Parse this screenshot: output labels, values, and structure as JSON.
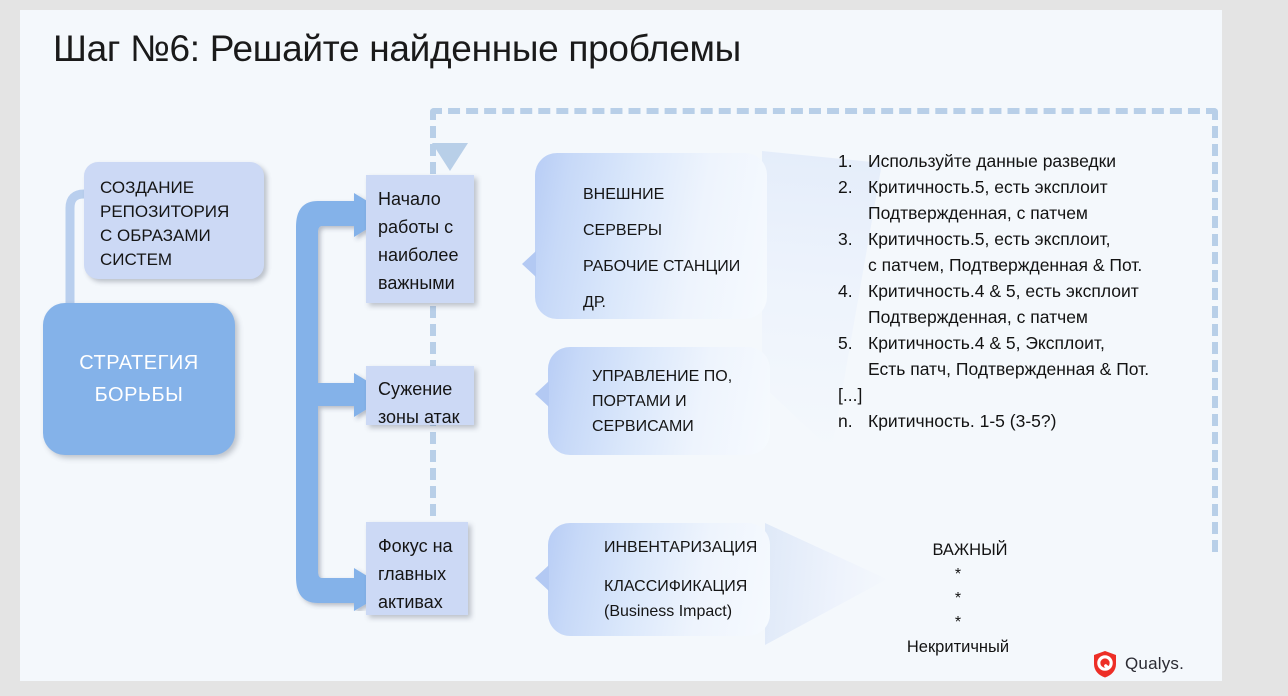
{
  "slide": {
    "title": "Шаг №6: Решайте найденные проблемы",
    "background_color": "#f4f8fc",
    "outer_color": "#e4e4e4"
  },
  "colors": {
    "accent_blue": "#84b2e9",
    "light_blue_box": "#ccd9f5",
    "dashed_loop": "#b8cfe8",
    "qualys_red": "#ed2e26"
  },
  "left_column": {
    "repository_box": {
      "lines": [
        "СОЗДАНИЕ",
        "РЕПОЗИТОРИЯ",
        "С ОБРАЗАМИ",
        "СИСТЕМ"
      ]
    },
    "strategy_box": {
      "line1": "СТРАТЕГИЯ",
      "line2": "БОРЬБЫ"
    }
  },
  "stages": [
    {
      "box_lines": [
        "Начало",
        "работы с",
        "наиболее",
        "важными"
      ],
      "callout_lines": [
        "ВНЕШНИЕ",
        "СЕРВЕРЫ",
        "РАБОЧИЕ СТАНЦИИ",
        "ДР."
      ]
    },
    {
      "box_lines": [
        "Сужение",
        "зоны атак"
      ],
      "callout_lines": [
        "УПРАВЛЕНИЕ ПО,",
        "ПОРТАМИ И",
        "СЕРВИСАМИ"
      ]
    },
    {
      "box_lines": [
        "Фокус на",
        "главных",
        "активах"
      ],
      "callout_lines": [
        "ИНВЕНТАРИЗАЦИЯ",
        "КЛАССИФИКАЦИЯ",
        "(Business Impact)"
      ]
    }
  ],
  "priority_list": {
    "items": [
      {
        "num": "1.",
        "lines": [
          "Используйте данные разведки"
        ]
      },
      {
        "num": "2.",
        "lines": [
          "Критичность.5, есть эксплоит",
          "Подтвержденная, с патчем"
        ]
      },
      {
        "num": "3.",
        "lines": [
          "Критичность.5, есть эксплоит,",
          "с патчем, Подтвержденная & Пот."
        ]
      },
      {
        "num": "4.",
        "lines": [
          "Критичность.4 & 5, есть эксплоит",
          "Подтвержденная, с патчем"
        ]
      },
      {
        "num": "5.",
        "lines": [
          "Критичность.4 & 5, Эксплоит,",
          "Есть патч, Подтвержденная & Пот."
        ]
      },
      {
        "num": "[...]",
        "lines": []
      },
      {
        "num": "n.",
        "lines": [
          "Критичность. 1-5 (3-5?)"
        ]
      }
    ]
  },
  "priority_scale": {
    "top_label": "ВАЖНЫЙ",
    "stars": [
      "*",
      "*",
      "*"
    ],
    "bottom_label": "Некритичный"
  },
  "branding": {
    "wordmark": "Qualys."
  }
}
